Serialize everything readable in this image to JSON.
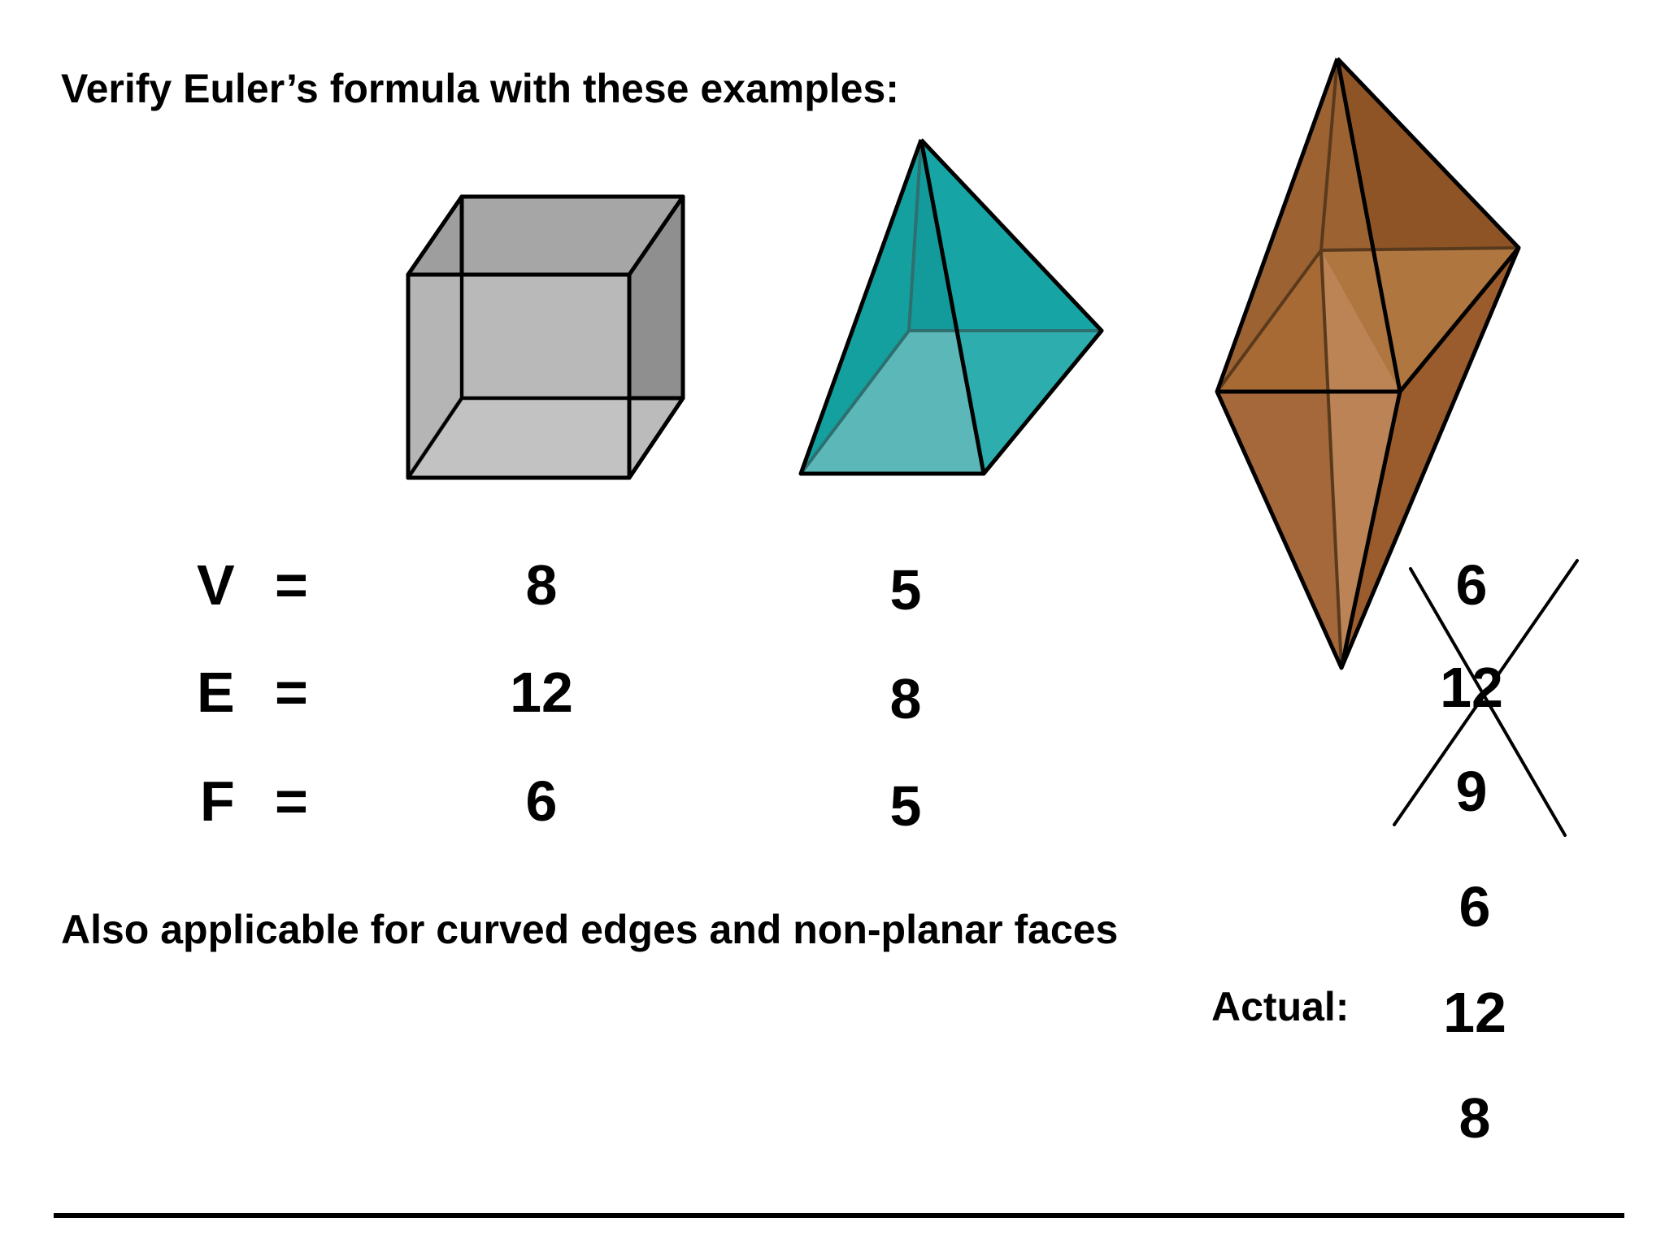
{
  "heading": "Verify Euler’s formula with these examples:",
  "rows": [
    {
      "letter": "V",
      "eq": "="
    },
    {
      "letter": "E",
      "eq": "="
    },
    {
      "letter": "F",
      "eq": "="
    }
  ],
  "cube": {
    "v": "8",
    "e": "12",
    "f": "6"
  },
  "pyramid": {
    "v": "5",
    "e": "8",
    "f": "5"
  },
  "bipyramid": {
    "wrong": {
      "v": "6",
      "e": "12",
      "f": "9"
    },
    "actual_label": "Actual:",
    "actual": {
      "v": "6",
      "e": "12",
      "f": "8"
    }
  },
  "note": "Also applicable for curved edges and non-planar faces",
  "colors": {
    "cube_fill": "#a8a8a8",
    "pyramid_fill": "#1fa3a3",
    "bipyramid_fill": "#a8683a",
    "stroke": "#000000"
  }
}
